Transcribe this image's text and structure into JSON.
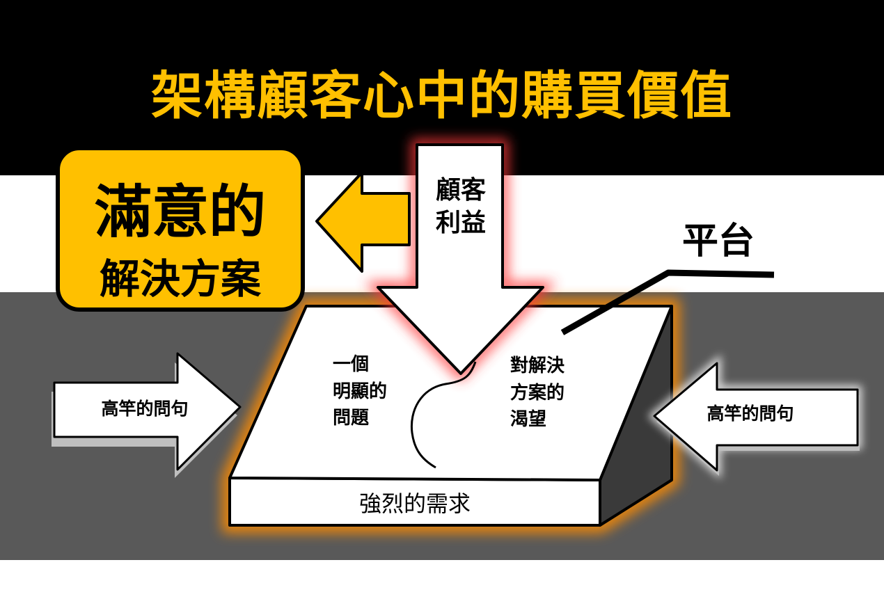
{
  "title": "架構顧客心中的購買價值",
  "solution": {
    "line1": "滿意的",
    "line2": "解決方案"
  },
  "benefit_arrow": {
    "line1": "顧客",
    "line2": "利益"
  },
  "platform_label": "平台",
  "platform_left_text": [
    "一個",
    "明顯的",
    "問題"
  ],
  "platform_right_text": [
    "對解決",
    "方案的",
    "渴望"
  ],
  "platform_front_label": "強烈的需求",
  "side_arrow_left": "高竿的問句",
  "side_arrow_right": "高竿的問句",
  "colors": {
    "accent": "#ffc000",
    "dark_band": "#000000",
    "gray_band": "#595959",
    "glow": "#ff8c00"
  }
}
